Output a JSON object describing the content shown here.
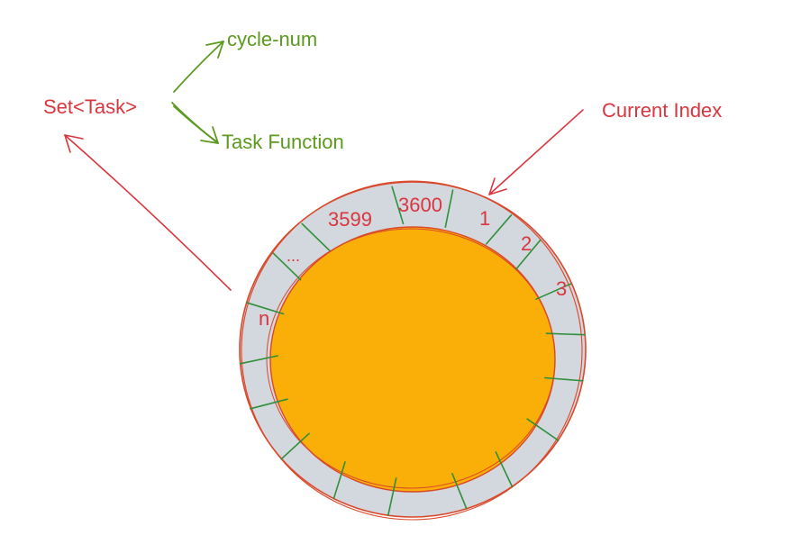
{
  "colors": {
    "red": "#d9363e",
    "green": "#5b9a1e",
    "slot_tick": "#2f8f3a",
    "ring_fill": "#d3d7de",
    "ring_stroke": "#d9482a",
    "core_fill": "#f9ae08",
    "background": "#ffffff"
  },
  "set_node": {
    "label": "Set<Task>"
  },
  "fields": [
    {
      "label": "cycle-num"
    },
    {
      "label": "Task Function"
    }
  ],
  "pointer": {
    "label": "Current Index"
  },
  "wheel": {
    "slot_labels": [
      "3599",
      "3600",
      "1",
      "2",
      "3",
      "n",
      "..."
    ]
  }
}
